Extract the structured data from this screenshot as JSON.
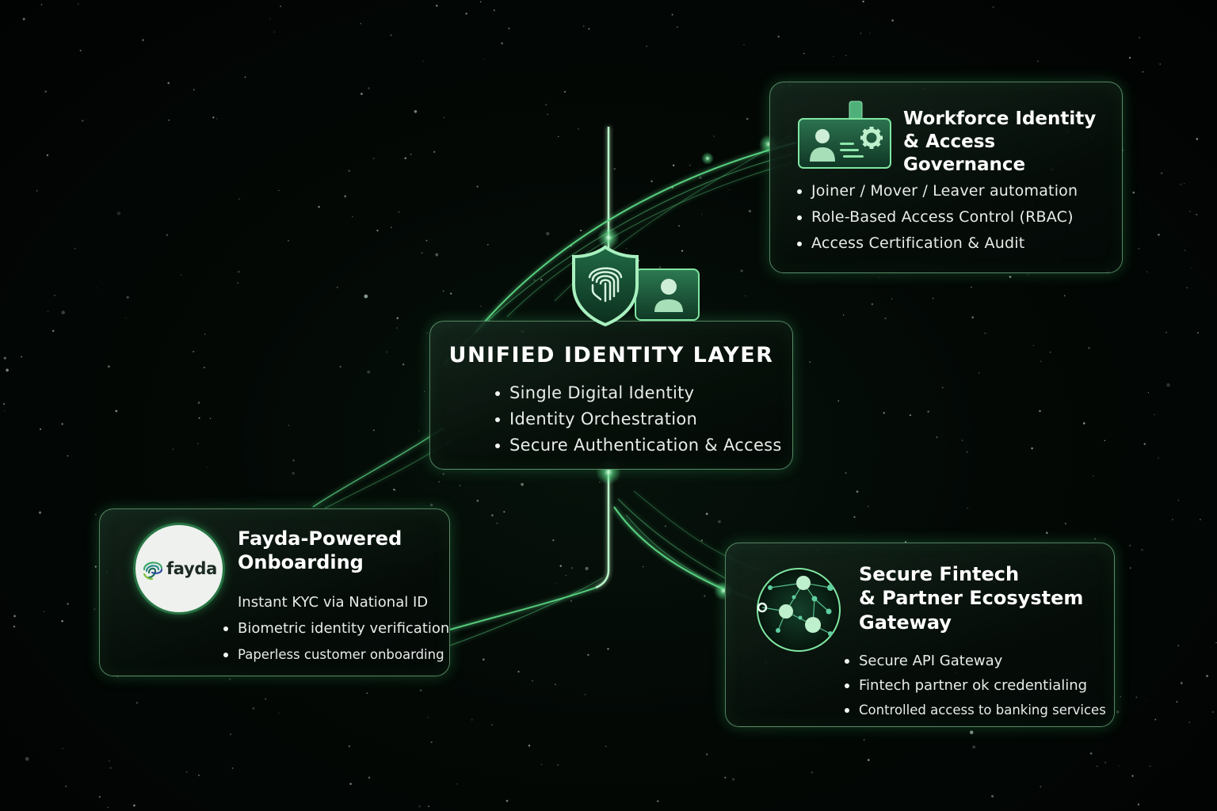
{
  "center": {
    "title": "UNIFIED IDENTITY LAYER",
    "items": [
      "Single Digital Identity",
      "Identity Orchestration",
      "Secure Authentication & Access"
    ],
    "icons": [
      "fingerprint-shield-icon",
      "user-id-card-icon"
    ]
  },
  "workforce": {
    "title_line1": "Workforce Identity",
    "title_line2": "& Access Governance",
    "items": [
      "Joiner / Mover / Leaver automation",
      "Role-Based Access Control (RBAC)",
      "Access Certification & Audit"
    ],
    "icon": "badge-gear-icon"
  },
  "fayda": {
    "title_line1": "Fayda-Powered",
    "title_line2": "Onboarding",
    "logo_text": "fayda",
    "items": [
      "Instant KYC via National ID",
      "Biometric identity verification",
      "Paperless customer onboarding"
    ]
  },
  "fintech": {
    "title_line1": "Secure Fintech",
    "title_line2": "& Partner Ecosystem",
    "title_line3": "Gateway",
    "items": [
      "Secure API Gateway",
      "Fintech partner ok credentialing",
      "Controlled access to banking services"
    ],
    "icon": "network-globe-icon"
  },
  "colors": {
    "accent": "#5fe08a",
    "accent_dark": "#1f5a3a",
    "border": "#96e6aa",
    "background": "#020503"
  }
}
